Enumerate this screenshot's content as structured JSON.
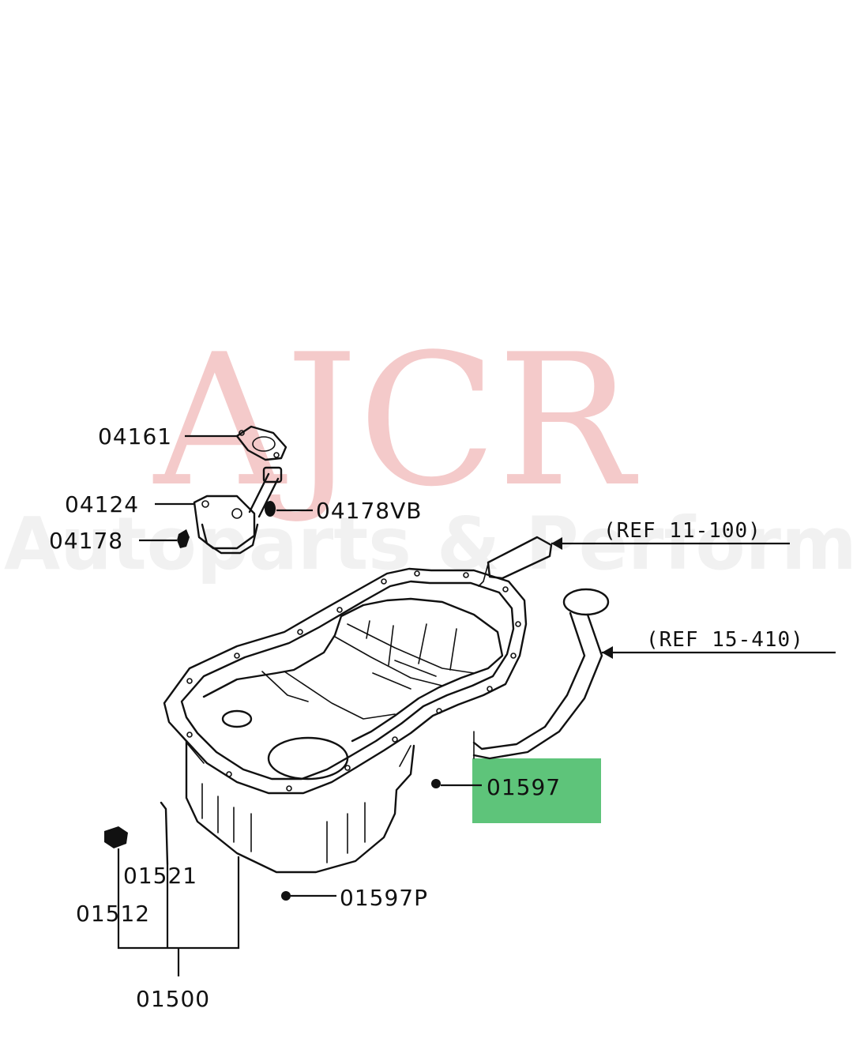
{
  "watermark": {
    "main": "AJCR",
    "sub": "Autoparts & Performance",
    "main_color": "#f4caca",
    "sub_color": "#f1f1f1"
  },
  "labels": {
    "p04161": "04161",
    "p04124": "04124",
    "p04178": "04178",
    "p04178vb": "04178VB",
    "ref_11_100": "(REF 11-100)",
    "ref_15_410": "(REF 15-410)",
    "p01597": "01597",
    "p01521": "01521",
    "p01512": "01512",
    "p01597p": "01597P",
    "p01500": "01500"
  },
  "highlight": {
    "color": "#5ec47a",
    "target": "01597"
  }
}
